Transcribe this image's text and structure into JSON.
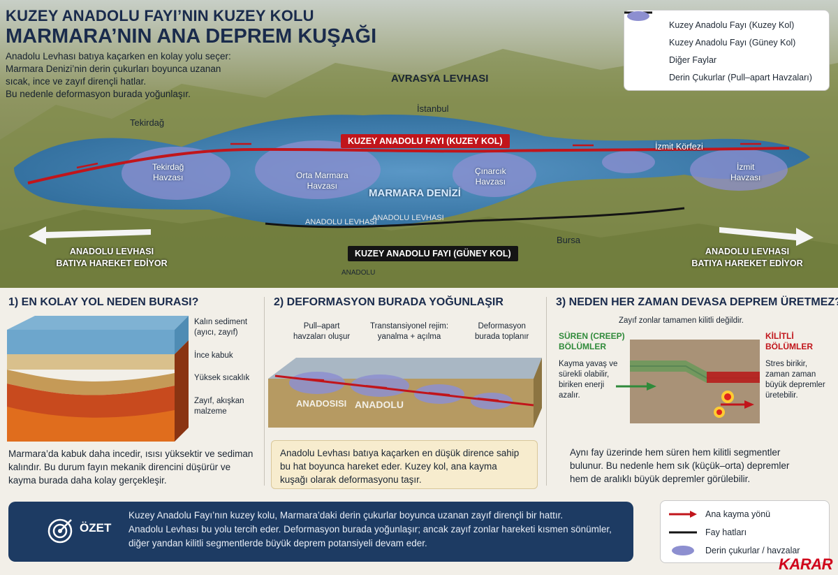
{
  "header": {
    "title_line1": "KUZEY ANADOLU FAYI’NIN KUZEY KOLU",
    "title_line2": "MARMARA’NIN ANA DEPREM KUŞAĞI",
    "intro": [
      "Anadolu Levhası batıya kaçarken en kolay yolu seçer:",
      "Marmara Denizi’nin derin çukurları boyunca uzanan",
      "sıcak, ince ve zayıf dirençli hatlar.",
      "Bu nedenle deformasyon burada yoğunlaşır."
    ]
  },
  "legend_top": [
    {
      "label": "Kuzey Anadolu Fayı (Kuzey Kol)",
      "symbol": "red-line",
      "color": "#c1151b"
    },
    {
      "label": "Kuzey Anadolu Fayı (Güney Kol)",
      "symbol": "black-line",
      "color": "#141414"
    },
    {
      "label": "Diğer Faylar",
      "symbol": "dashed-line",
      "color": "#141414"
    },
    {
      "label": "Derin Çukurlar (Pull–apart Havzaları)",
      "symbol": "purple-ellipse",
      "color": "#8d8fd0"
    }
  ],
  "map": {
    "avrasya": "AVRASYA LEVHASI",
    "istanbul": "İstanbul",
    "tekirdag": "Tekirdağ",
    "izmit_korfezi": "İzmit Körfezi",
    "bursa": "Bursa",
    "marmara_denizi": "MARMARA DENİZİ",
    "anadolu_small": "ANADOLU",
    "anadolu_levhasi_1": "ANADOLU LEVHASI",
    "anadolu_levhasi_2": "ANADOLU LEVHASI",
    "basins": {
      "tekirdag": [
        "Tekirdağ",
        "Havzası"
      ],
      "orta": [
        "Orta Marmara",
        "Havzası"
      ],
      "cinarcik": [
        "Çınarcık",
        "Havzası"
      ],
      "izmit": [
        "İzmit",
        "Havzası"
      ]
    },
    "north_branch_tag": "KUZEY ANADOLU FAYI (KUZEY KOL)",
    "south_branch_tag": "KUZEY ANADOLU FAYI (GÜNEY KOL)",
    "left_arrow_text": [
      "ANADOLU LEVHASI",
      "BATIYA HAREKET EDİYOR"
    ],
    "right_arrow_text": [
      "ANADOLU LEVHASI",
      "BATIYA HAREKET EDİYOR"
    ],
    "colors": {
      "sea": "#3f7fb0",
      "land": "#7d8a4a",
      "north_fault": "#c1151b",
      "south_fault": "#141414",
      "basin": "#8d8fd0"
    }
  },
  "section1": {
    "title": "1) EN KOLAY YOL NEDEN BURASI?",
    "labels": [
      [
        "Kalın sediment",
        "(ayıcı, zayıf)"
      ],
      [
        "İnce kabuk"
      ],
      [
        "Yüksek sıcaklık"
      ],
      [
        "Zayıf, akışkan",
        "malzeme"
      ]
    ],
    "text": [
      "Marmara’da kabuk daha incedir, ısısı yüksektir ve sediman",
      "kalındır. Bu durum fayın mekanik direncini düşürür ve",
      "kayma burada daha kolay gerçekleşir."
    ]
  },
  "section2": {
    "title": "2) DEFORMASYON BURADA YOĞUNLAŞIR",
    "labels": [
      [
        "Pull–apart",
        "havzaları oluşur"
      ],
      [
        "Transtansiyonel rejim:",
        "yanalma + açılma"
      ],
      [
        "Deformasyon",
        "burada toplanır"
      ]
    ],
    "block_labels": [
      "ANADOSISI",
      "ANADOLU"
    ],
    "note": [
      "Anadolu Levhası batıya kaçarken en düşük dirence sahip",
      "bu hat boyunca hareket eder. Kuzey kol, ana kayma",
      "kuşağı olarak deformasyonu taşır."
    ]
  },
  "section3": {
    "title": "3) NEDEN HER ZAMAN DEVASA DEPREM ÜRETMEZ?",
    "subtitle": "Zayıf zonlar tamamen kilitli değildir.",
    "creep_title": [
      "SÜREN (CREEP)",
      "BÖLÜMLER"
    ],
    "creep_text": [
      "Kayma yavaş ve",
      "sürekli olabilir,",
      "biriken enerji",
      "azalır."
    ],
    "locked_title": [
      "KİLİTLİ",
      "BÖLÜMLER"
    ],
    "locked_text": [
      "Stres birikir,",
      "zaman zaman",
      "büyük depremler",
      "üretebilir."
    ],
    "text": [
      "Aynı fay üzerinde hem süren hem kilitli segmentler",
      "bulunur. Bu nedenle hem sık (küçük–orta) depremler",
      "hem de aralıklı büyük depremler görülebilir."
    ],
    "colors": {
      "creep": "#2f8a3a",
      "locked": "#c1151b"
    }
  },
  "summary": {
    "label": "ÖZET",
    "lines": [
      "Kuzey Anadolu Fayı’nın kuzey kolu, Marmara’daki derin çukurlar boyunca uzanan zayıf dirençli bir hattır.",
      "Anadolu Levhası bu yolu tercih eder. Deformasyon burada yoğunlaşır; ancak zayıf zonlar hareketi kısmen sönümler,",
      "diğer yandan kilitli segmentlerde büyük deprem potansiyeli devam eder."
    ]
  },
  "legend_bottom": [
    {
      "label": "Ana kayma yönü",
      "symbol": "red-arrow"
    },
    {
      "label": "Fay hatları",
      "symbol": "black-line"
    },
    {
      "label": "Derin çukurlar / havzalar",
      "symbol": "purple-ellipse"
    }
  ],
  "brand": "KARAR"
}
